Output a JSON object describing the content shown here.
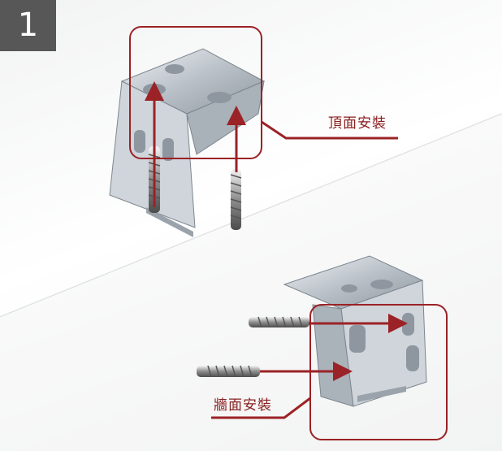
{
  "step": {
    "number": "1"
  },
  "labels": {
    "ceiling_mount": "頂面安裝",
    "wall_mount": "牆面安裝"
  },
  "colors": {
    "accent": "#9b2226",
    "badge": "#575757",
    "metal": "#c7ccd1"
  },
  "icons": [
    "bracket",
    "screw",
    "arrow"
  ]
}
